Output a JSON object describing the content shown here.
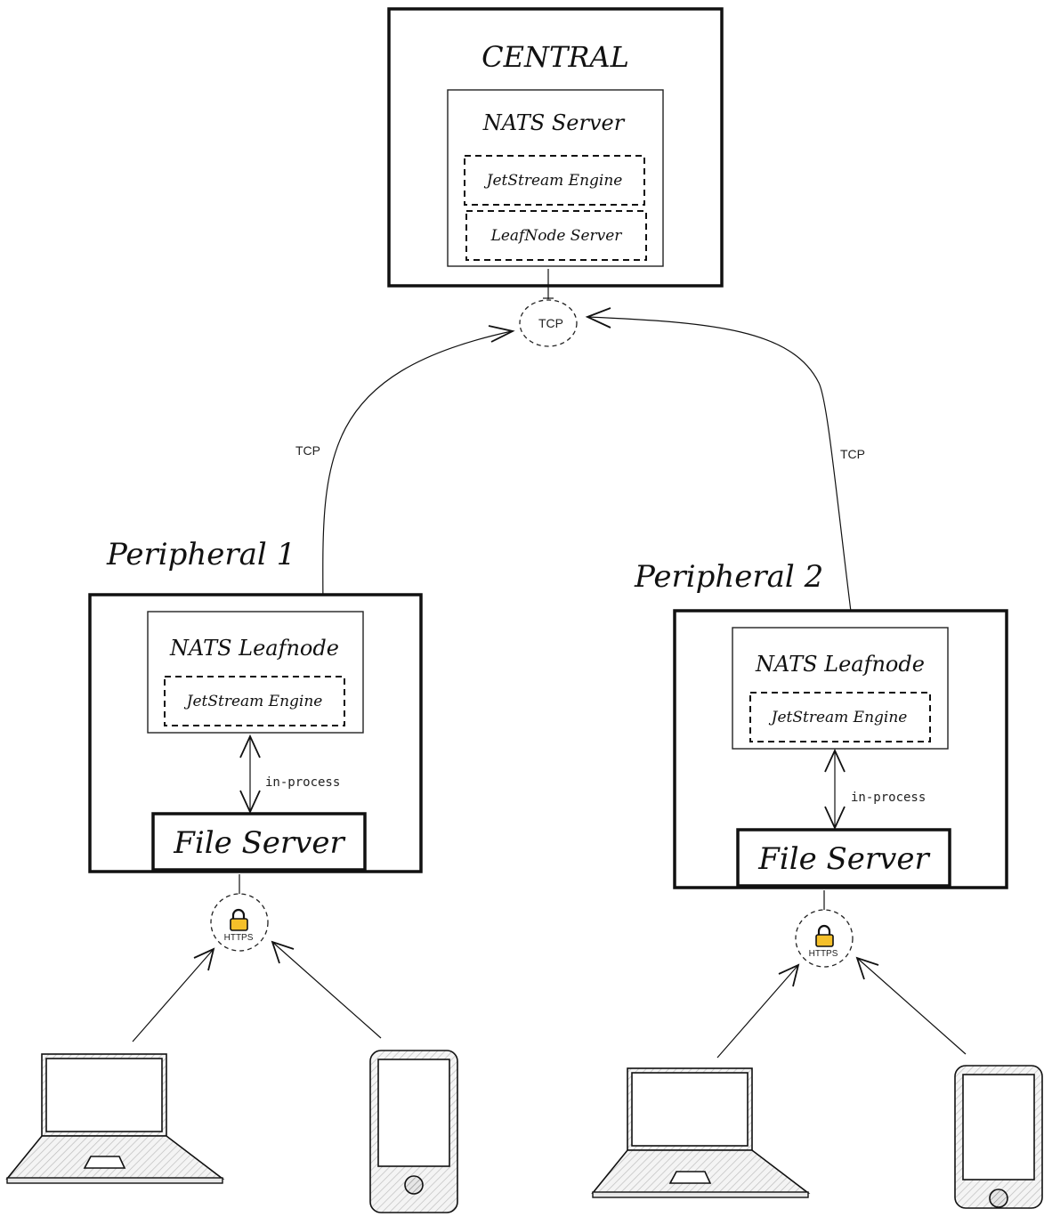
{
  "central": {
    "title": "CENTRAL",
    "server": "NATS Server",
    "jetstream": "JetStream Engine",
    "leafnode_server": "LeafNode Server"
  },
  "tcp_hub": {
    "label": "TCP"
  },
  "links": {
    "left_tcp": "TCP",
    "right_tcp": "TCP"
  },
  "peripheral1": {
    "title": "Peripheral 1",
    "leafnode": "NATS Leafnode",
    "jetstream": "JetStream Engine",
    "in_process": "in-process",
    "file_server": "File Server",
    "https": "HTTPS"
  },
  "peripheral2": {
    "title": "Peripheral 2",
    "leafnode": "NATS Leafnode",
    "jetstream": "JetStream Engine",
    "in_process": "in-process",
    "file_server": "File Server",
    "https": "HTTPS"
  },
  "icons": {
    "lock": "lock-icon",
    "laptop": "laptop-icon",
    "phone": "phone-icon"
  },
  "colors": {
    "lock": "#f5c02a",
    "stroke": "#111111"
  }
}
